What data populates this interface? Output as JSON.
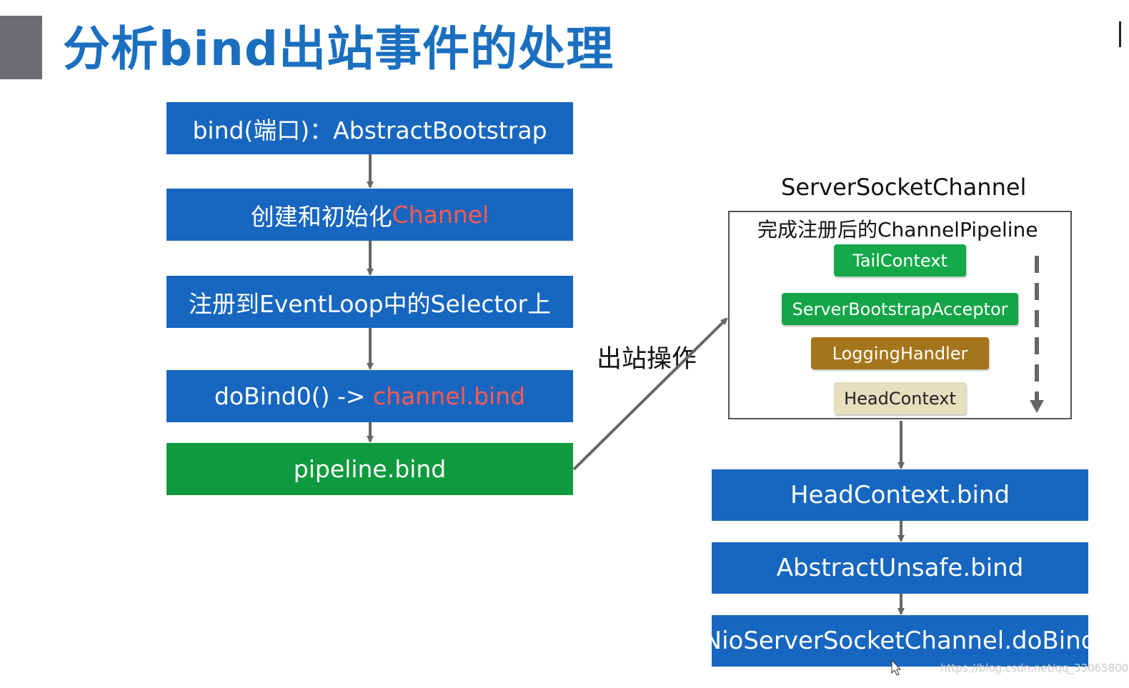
{
  "title": "分析bind出站事件的处理",
  "colors": {
    "accent_blue": "#1766c0",
    "step_green": "#0e9a3e",
    "highlight_red": "#ff5a4f",
    "tail_green": "#14a94a",
    "acceptor_green": "#13a548",
    "logging_brown": "#a5751b",
    "head_beige": "#e6dfbe"
  },
  "left_flow": {
    "step1": "bind(端口)：AbstractBootstrap",
    "step2_prefix": "创建和初始化",
    "step2_highlight": "Channel",
    "step3": "注册到EventLoop中的Selector上",
    "step4_prefix": "doBind0() -> ",
    "step4_highlight": "channel.bind",
    "step5": "pipeline.bind"
  },
  "outbound_label": "出站操作",
  "pipeline": {
    "channel_title": "ServerSocketChannel",
    "box_title": "完成注册后的ChannelPipeline",
    "handlers": [
      "TailContext",
      "ServerBootstrapAcceptor",
      "LoggingHandler",
      "HeadContext"
    ]
  },
  "right_flow": {
    "step1": "HeadContext.bind",
    "step2": "AbstractUnsafe.bind",
    "step3": "NioServerSocketChannel.doBind"
  },
  "watermark": "https://blog.csdn.net/qq_33065800"
}
